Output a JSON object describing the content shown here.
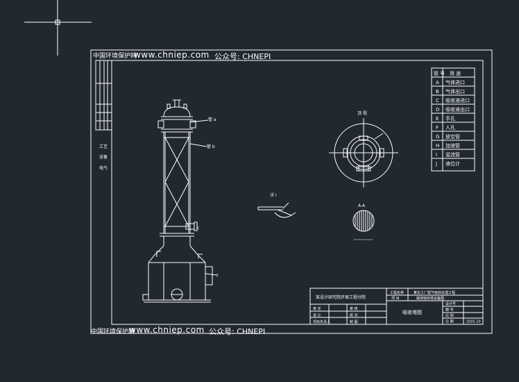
{
  "watermark": {
    "org": "中国环境保护网",
    "url": "www.chniep.com",
    "name": "公众号: CHNEPI"
  },
  "views": {
    "top_view_label": "顶 视",
    "section_label": "A-A",
    "detail_label": "详 I",
    "left_margin_labels": [
      "工艺",
      "设备",
      "电气"
    ]
  },
  "nozzle_table": {
    "header": [
      "管 号",
      "用 途"
    ],
    "rows": [
      [
        "A",
        "气体进口"
      ],
      [
        "B",
        "气体出口"
      ],
      [
        "C",
        "吸收液进口"
      ],
      [
        "D",
        "吸收液出口"
      ],
      [
        "E",
        "手孔"
      ],
      [
        "F",
        "人孔"
      ],
      [
        "G",
        "放空管"
      ],
      [
        "H",
        "加液管"
      ],
      [
        "I",
        "溢流管"
      ],
      [
        "J",
        "液位计"
      ]
    ]
  },
  "callouts": [
    "管 a",
    "管 b",
    "c",
    "f"
  ],
  "title_block": {
    "design_unit": "某设计研究院环保工程分院",
    "project_label": "工程名称",
    "project_name": "某化工厂尾气吸收处理工程",
    "item_label": "项 目",
    "item_name": "碱液吸收塔设备图",
    "drawing_title": "吸收塔图",
    "rows_left": [
      [
        "审 定",
        "审 核"
      ],
      [
        "设 计",
        "校 对"
      ],
      [
        "项目负责人",
        "制 图"
      ]
    ],
    "rows_right": [
      [
        "设计号",
        ""
      ],
      [
        "图 号",
        ""
      ],
      [
        "比 例",
        ""
      ],
      [
        "日 期",
        "2005.10"
      ]
    ]
  },
  "colors": {
    "background": "#212830",
    "lines": "#ffffff"
  }
}
